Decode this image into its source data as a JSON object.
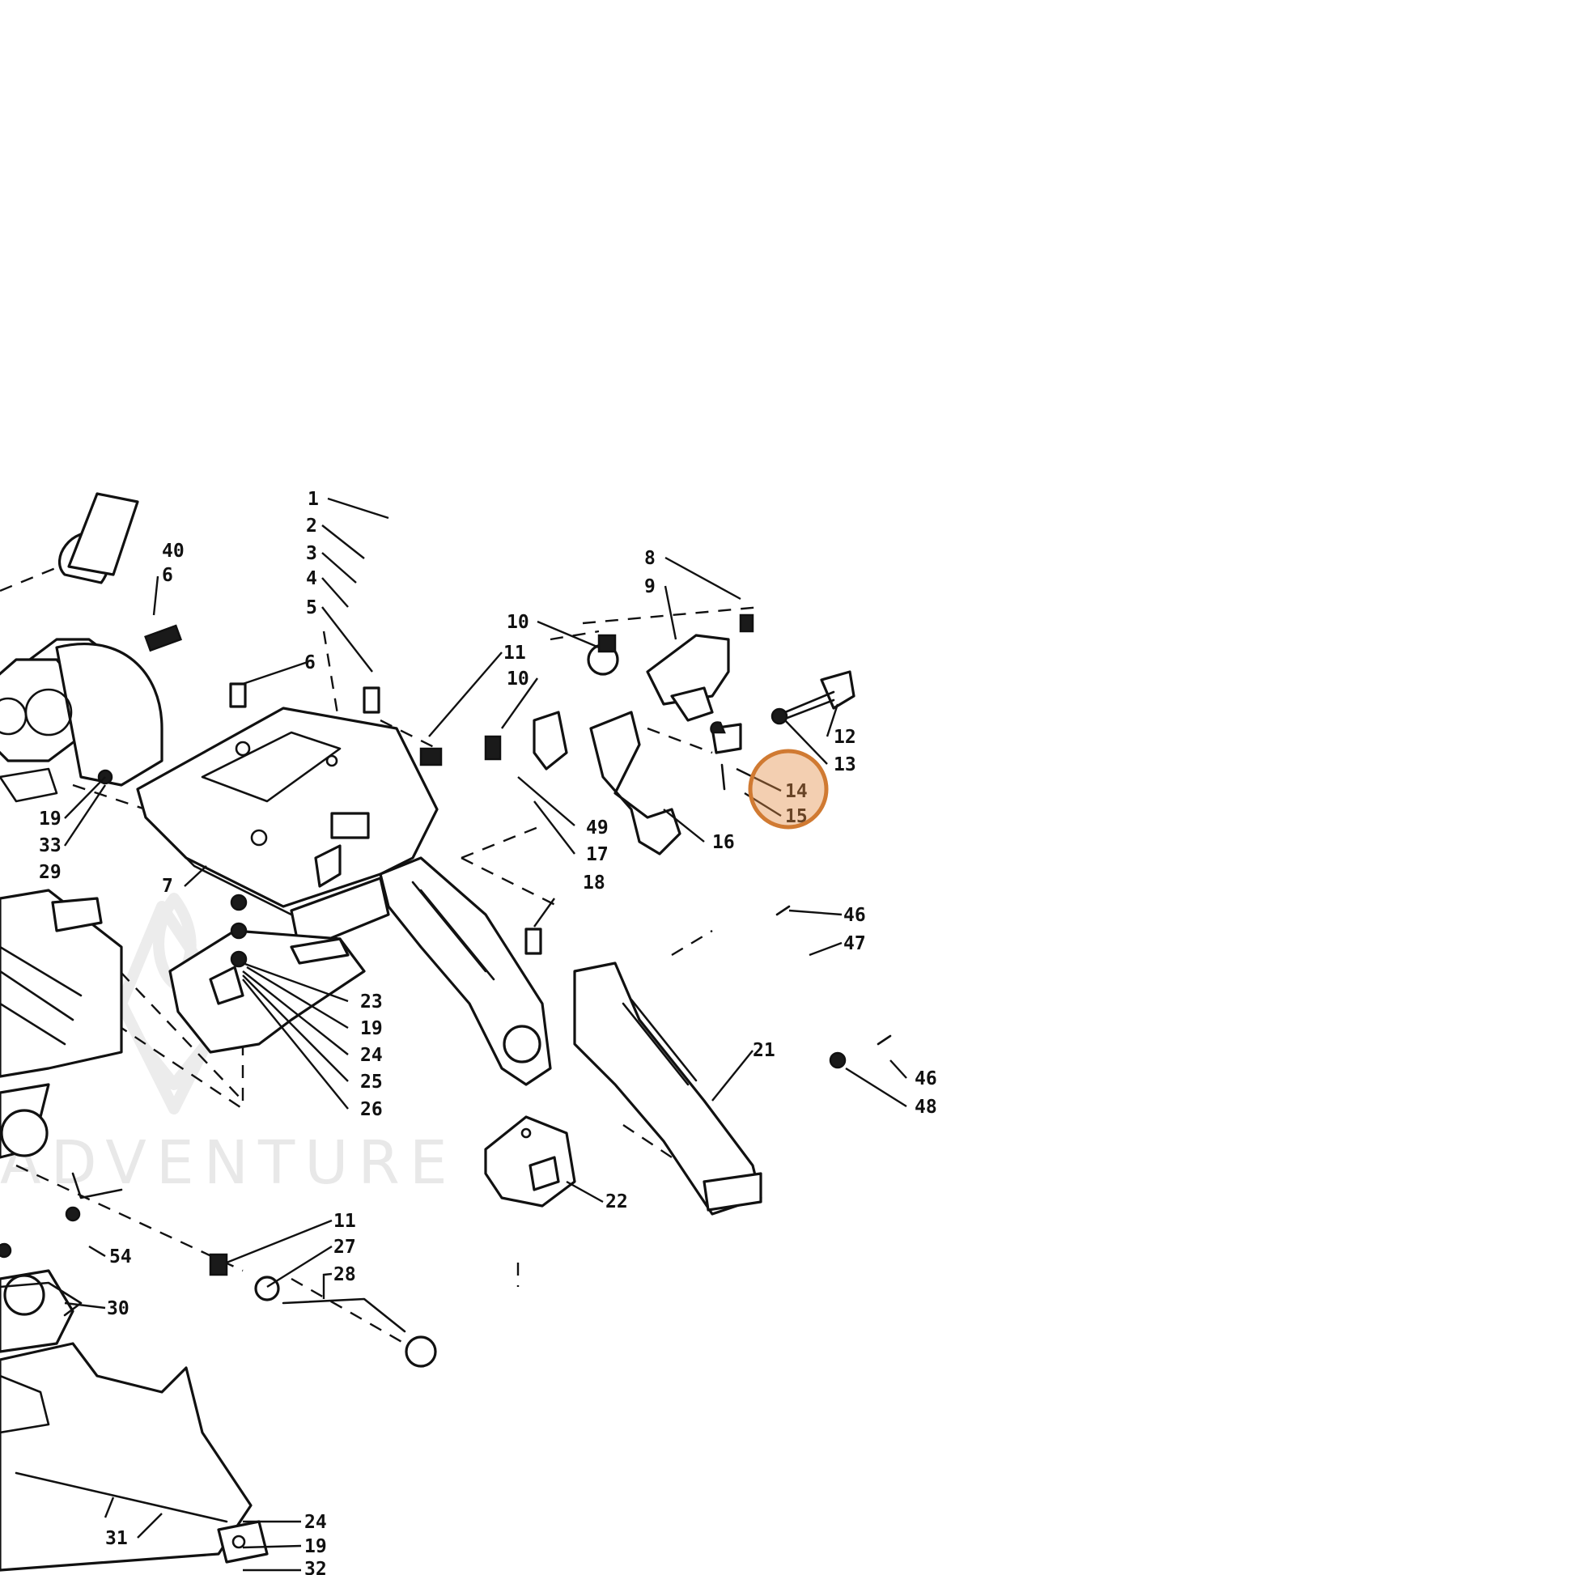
{
  "watermark": {
    "text": "ADVENTURE",
    "logo_icon": "flame-diamond-logo-icon",
    "color": "#e8e8e8"
  },
  "highlight": {
    "color": "#e28c46",
    "target_callout": "14"
  },
  "callouts": [
    {
      "id": "c1",
      "label": "1"
    },
    {
      "id": "c2",
      "label": "2"
    },
    {
      "id": "c3",
      "label": "3"
    },
    {
      "id": "c4",
      "label": "4"
    },
    {
      "id": "c5",
      "label": "5"
    },
    {
      "id": "c6a",
      "label": "6"
    },
    {
      "id": "c6b",
      "label": "6"
    },
    {
      "id": "c7",
      "label": "7"
    },
    {
      "id": "c8",
      "label": "8"
    },
    {
      "id": "c9",
      "label": "9"
    },
    {
      "id": "c10a",
      "label": "10"
    },
    {
      "id": "c10b",
      "label": "10"
    },
    {
      "id": "c11a",
      "label": "11"
    },
    {
      "id": "c11b",
      "label": "11"
    },
    {
      "id": "c12",
      "label": "12"
    },
    {
      "id": "c13",
      "label": "13"
    },
    {
      "id": "c14",
      "label": "14"
    },
    {
      "id": "c15",
      "label": "15"
    },
    {
      "id": "c16",
      "label": "16"
    },
    {
      "id": "c17",
      "label": "17"
    },
    {
      "id": "c18",
      "label": "18"
    },
    {
      "id": "c19a",
      "label": "19"
    },
    {
      "id": "c19b",
      "label": "19"
    },
    {
      "id": "c19c",
      "label": "19"
    },
    {
      "id": "c21",
      "label": "21"
    },
    {
      "id": "c22",
      "label": "22"
    },
    {
      "id": "c23",
      "label": "23"
    },
    {
      "id": "c24a",
      "label": "24"
    },
    {
      "id": "c24b",
      "label": "24"
    },
    {
      "id": "c25",
      "label": "25"
    },
    {
      "id": "c26",
      "label": "26"
    },
    {
      "id": "c27",
      "label": "27"
    },
    {
      "id": "c28",
      "label": "28"
    },
    {
      "id": "c29",
      "label": "29"
    },
    {
      "id": "c30",
      "label": "30"
    },
    {
      "id": "c31",
      "label": "31"
    },
    {
      "id": "c32",
      "label": "32"
    },
    {
      "id": "c33",
      "label": "33"
    },
    {
      "id": "c40",
      "label": "40"
    },
    {
      "id": "c46a",
      "label": "46"
    },
    {
      "id": "c46b",
      "label": "46"
    },
    {
      "id": "c47",
      "label": "47"
    },
    {
      "id": "c48",
      "label": "48"
    },
    {
      "id": "c49",
      "label": "49"
    },
    {
      "id": "c54",
      "label": "54"
    }
  ]
}
